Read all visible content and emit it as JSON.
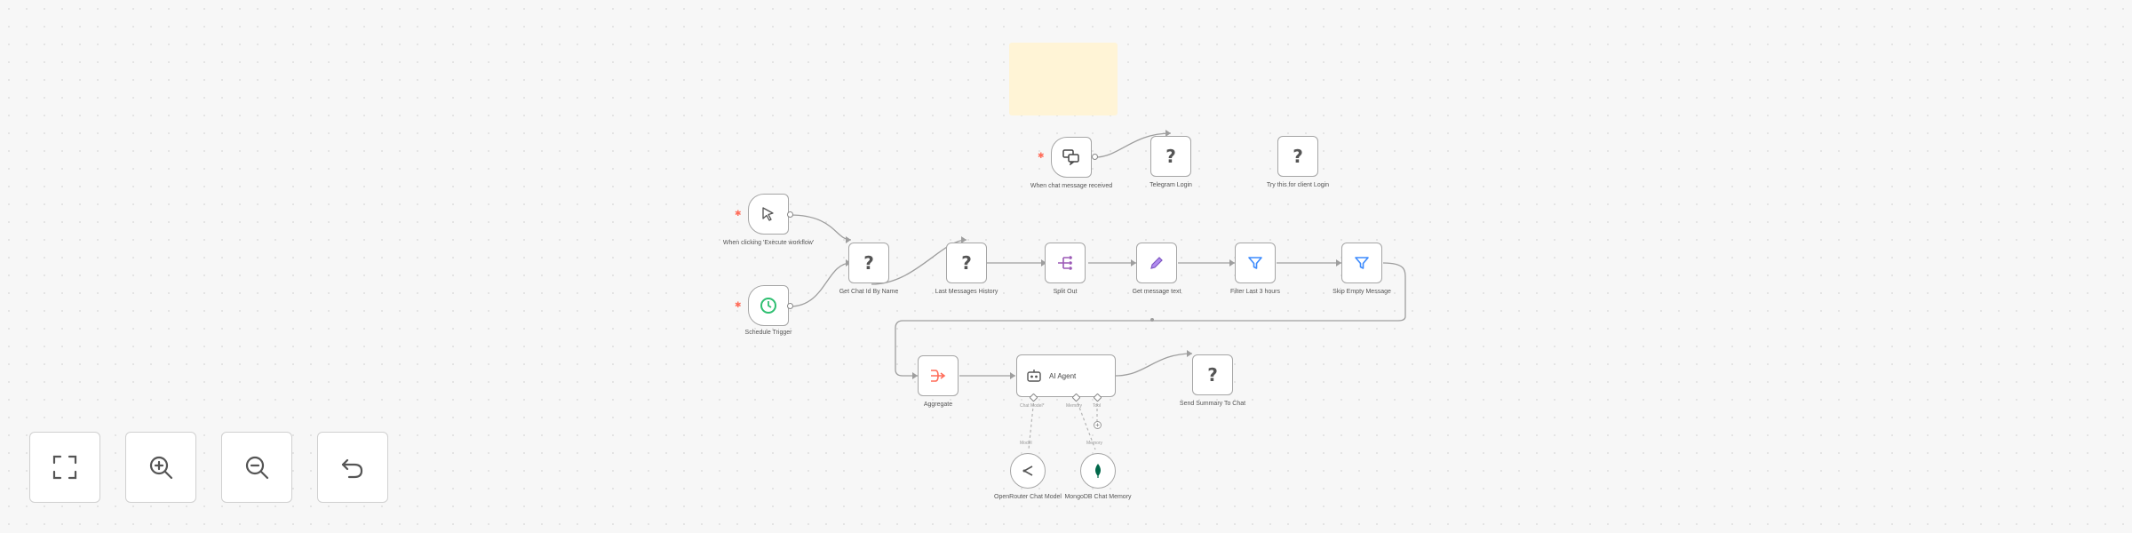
{
  "canvas": {
    "sticky_note": {
      "color": "#fff4d6"
    },
    "nodes": {
      "chat_trigger": {
        "label": "When chat message received",
        "icon": "chat-bubbles-icon"
      },
      "telegram_login": {
        "label": "Telegram Login",
        "icon": "question-mark-icon",
        "glyph": "?"
      },
      "try_login": {
        "label": "Try this for client Login",
        "icon": "question-mark-icon",
        "glyph": "?"
      },
      "manual_trigger": {
        "label": "When clicking 'Execute workflow'",
        "icon": "cursor-icon"
      },
      "schedule_trigger": {
        "label": "Schedule Trigger",
        "icon": "clock-icon"
      },
      "get_chat": {
        "label": "Get Chat Id By Name",
        "icon": "question-mark-icon",
        "glyph": "?"
      },
      "last_messages": {
        "label": "Last Messages History",
        "icon": "question-mark-icon",
        "glyph": "?"
      },
      "split_out": {
        "label": "Split Out",
        "icon": "split-icon"
      },
      "get_text": {
        "label": "Get message text",
        "icon": "pencil-icon"
      },
      "filter_hours": {
        "label": "Filter Last 3 hours",
        "icon": "filter-icon"
      },
      "skip_empty": {
        "label": "Skip Empty Message",
        "icon": "filter-icon"
      },
      "aggregate": {
        "label": "Aggregate",
        "icon": "aggregate-icon"
      },
      "ai_agent": {
        "label": "AI Agent",
        "icon": "robot-icon",
        "ports": {
          "model": "Chat Model*",
          "memory": "Memory",
          "tool": "Tool"
        }
      },
      "send_summary": {
        "label": "Send Summary To Chat",
        "icon": "question-mark-icon",
        "glyph": "?"
      },
      "openrouter": {
        "label": "OpenRouter Chat Model",
        "icon": "openrouter-icon"
      },
      "mongodb": {
        "label": "MongoDB Chat Memory",
        "icon": "mongodb-leaf-icon"
      }
    },
    "edge_labels": {
      "model": "Model",
      "memory": "Memory"
    },
    "edge_icon_marks": {
      "plus": "+"
    }
  },
  "controls": [
    {
      "name": "fit-view-button",
      "icon": "fit-view-icon"
    },
    {
      "name": "zoom-in-button",
      "icon": "zoom-in-icon"
    },
    {
      "name": "zoom-out-button",
      "icon": "zoom-out-icon"
    },
    {
      "name": "reset-zoom-button",
      "icon": "undo-icon"
    }
  ],
  "colors": {
    "trigger_bolt": "#ff6d5a",
    "schedule": "#2fbf71",
    "split": "#9b59b6",
    "filter": "#3d8bfd",
    "aggregate": "#ff6d5a",
    "mongodb": "#00684a"
  }
}
